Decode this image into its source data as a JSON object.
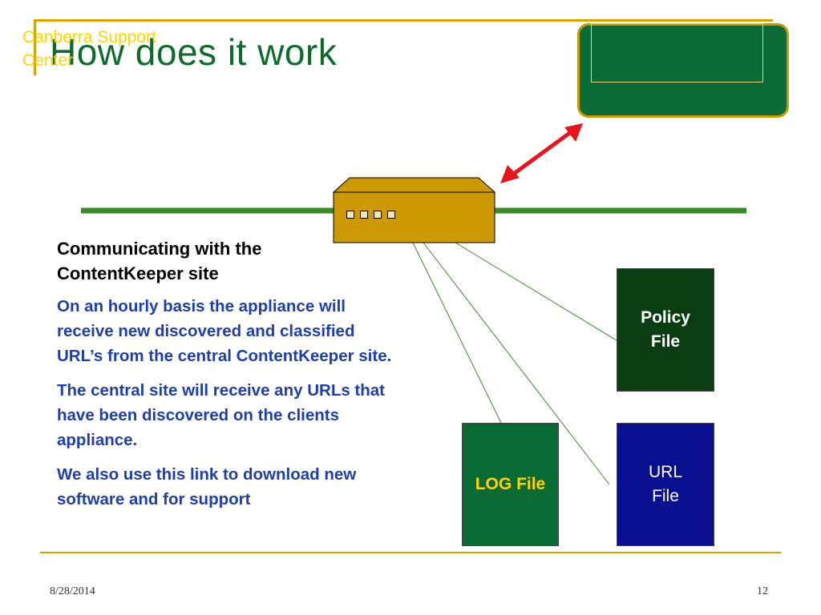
{
  "slide": {
    "title": "How does it work",
    "support_center": {
      "line1": "Canberra Support",
      "line2": "Center"
    },
    "heading": {
      "line1": "Communicating with the",
      "line2": "ContentKeeper site"
    },
    "paragraphs": [
      "On an hourly basis the appliance will receive new discovered and classified URL’s from the central ContentKeeper site.",
      "The central site will receive any URLs that have been discovered on the clients appliance.",
      "We also use this link to download new software and for support"
    ],
    "files": {
      "policy": {
        "line1": "Policy",
        "line2": "File"
      },
      "log": {
        "line1": "LOG File"
      },
      "url": {
        "line1": "URL",
        "line2": "File"
      }
    },
    "footer": {
      "date": "8/28/2014",
      "page": "12"
    }
  },
  "colors": {
    "title": "#0d6b2b",
    "accent_gold": "#d9a400",
    "network_line": "#3a8a2a",
    "appliance": "#cc9900",
    "arrow": "#e8141b",
    "body_text": "#1f3fa8"
  },
  "icons": [
    "appliance-icon",
    "bidirectional-arrow-icon",
    "status-light-icon"
  ]
}
